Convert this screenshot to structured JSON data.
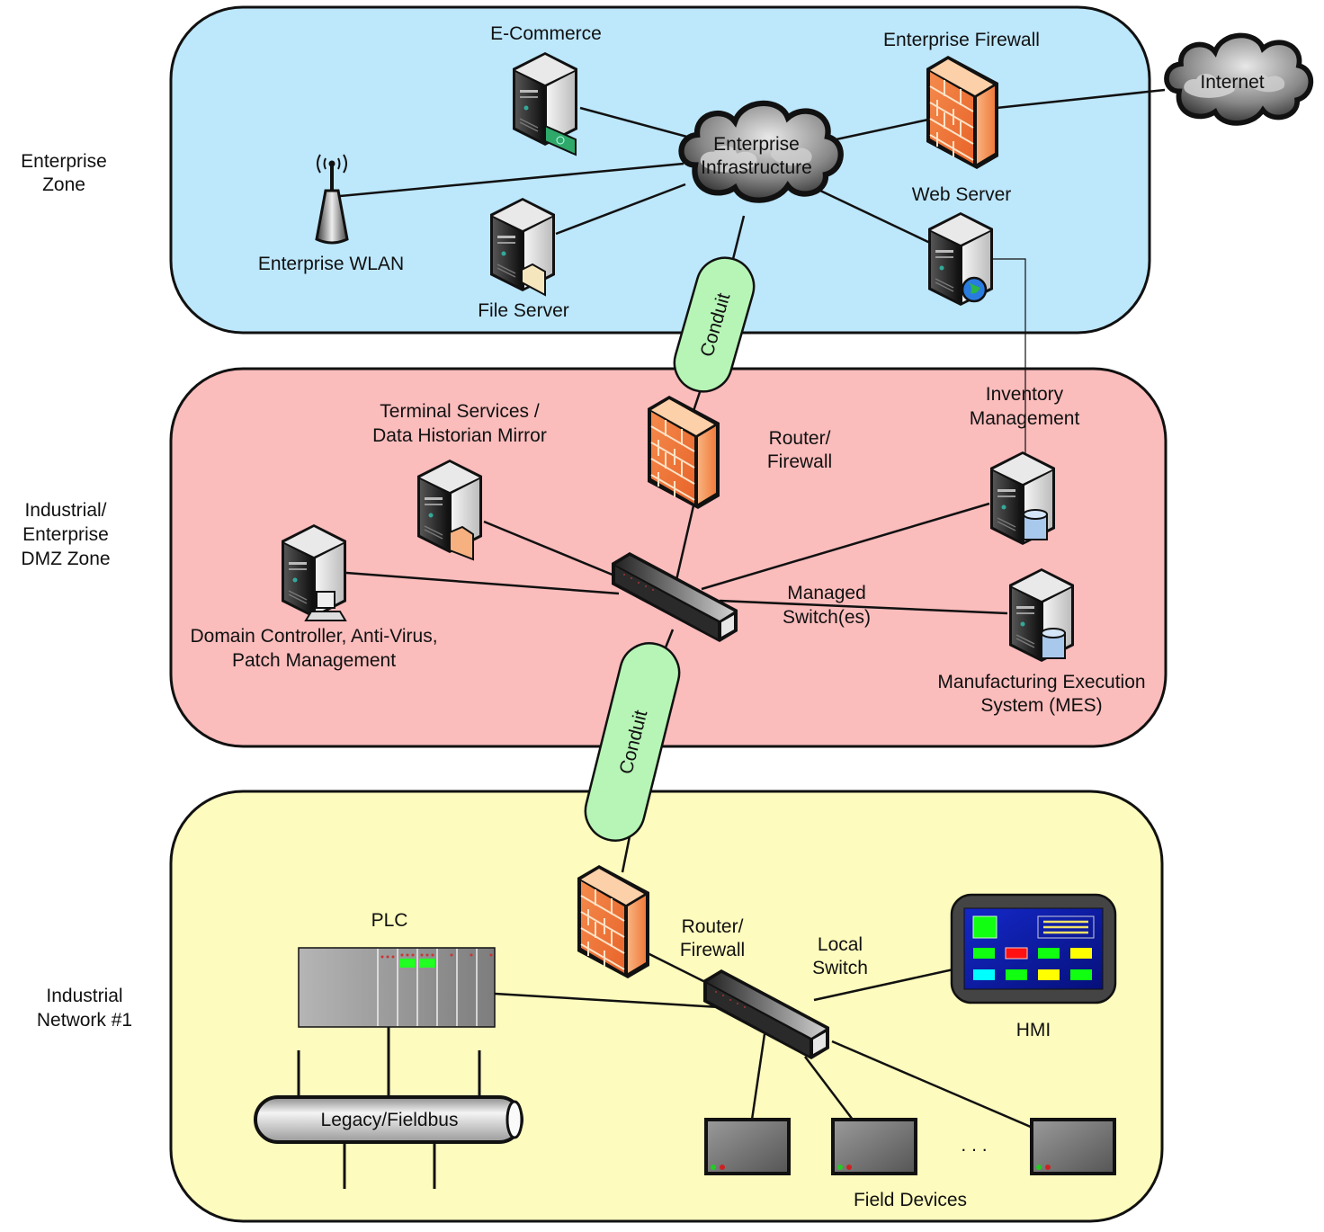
{
  "zones": [
    {
      "id": "enterprise",
      "label_lines": [
        "Enterprise",
        "Zone"
      ],
      "fill": "#bde7fb"
    },
    {
      "id": "dmz",
      "label_lines": [
        "Industrial/",
        "Enterprise",
        "DMZ Zone"
      ],
      "fill": "#fbbcbc"
    },
    {
      "id": "industrial",
      "label_lines": [
        "Industrial",
        "Network #1"
      ],
      "fill": "#fdfbbd"
    }
  ],
  "enterprise": {
    "ecommerce": "E-Commerce",
    "enterprise_firewall": "Enterprise Firewall",
    "internet": "Internet",
    "cloud_lines": [
      "Enterprise",
      "Infrastructure"
    ],
    "wlan": "Enterprise WLAN",
    "file_server": "File Server",
    "web_server": "Web Server"
  },
  "conduits": [
    "Conduit",
    "Conduit"
  ],
  "dmz": {
    "terminal_lines": [
      "Terminal Services /",
      "Data Historian Mirror"
    ],
    "router_lines": [
      "Router/",
      "Firewall"
    ],
    "inventory_lines": [
      "Inventory",
      "Management"
    ],
    "domain_lines": [
      "Domain Controller, Anti-Virus,",
      "Patch Management"
    ],
    "switch_lines": [
      "Managed",
      "Switch(es)"
    ],
    "mes_lines": [
      "Manufacturing Execution",
      "System (MES)"
    ]
  },
  "industrial": {
    "plc": "PLC",
    "router_lines": [
      "Router/",
      "Firewall"
    ],
    "switch_lines": [
      "Local",
      "Switch"
    ],
    "hmi": "HMI",
    "fieldbus": "Legacy/Fieldbus",
    "ellipsis": ". . .",
    "field_devices": "Field Devices"
  },
  "colors": {
    "line": "#111111",
    "conduit": "#b6f5b6",
    "firewall": "#f07a3c",
    "hmi_screen": "#0a1ea8"
  }
}
